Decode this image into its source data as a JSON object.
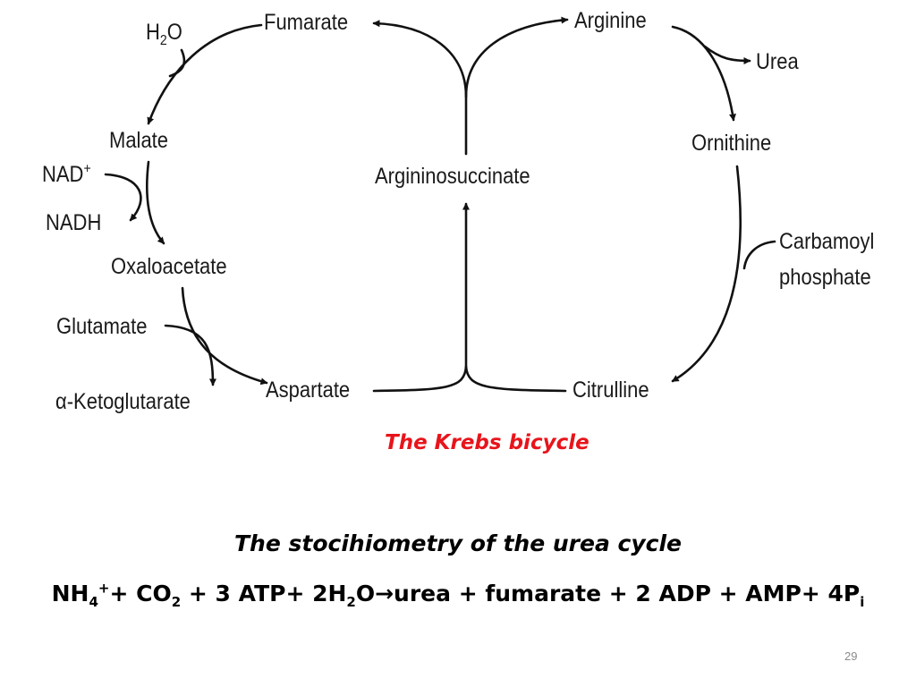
{
  "diagram": {
    "labels": {
      "fumarate": "Fumarate",
      "h2o_h": "H",
      "h2o_sub": "2",
      "h2o_o": "O",
      "malate": "Malate",
      "nad_plus": "NAD",
      "nad_plus_sup": "+",
      "nadh": "NADH",
      "oxaloacetate": "Oxaloacetate",
      "glutamate": "Glutamate",
      "alpha_ketoglutarate": "α-Ketoglutarate",
      "aspartate": "Aspartate",
      "argininosuccinate": "Argininosuccinate",
      "arginine": "Arginine",
      "urea": "Urea",
      "ornithine": "Ornithine",
      "carbamoyl": "Carbamoyl",
      "phosphate": "phosphate",
      "citrulline": "Citrulline"
    },
    "caption": "The Krebs bicycle"
  },
  "subtitle": "The stocihiometry of the urea cycle",
  "equation": {
    "nh": "NH",
    "nh_sub": "4",
    "nh_sup": "+",
    "co_part": "+ CO",
    "co_sub": "2",
    "atp_part": " + 3 ATP+ 2H",
    "h2o_sub": "2",
    "products_part": "O→urea + fumarate + 2 ADP + AMP+ 4P",
    "pi_sub": "i"
  },
  "page_number": "29"
}
